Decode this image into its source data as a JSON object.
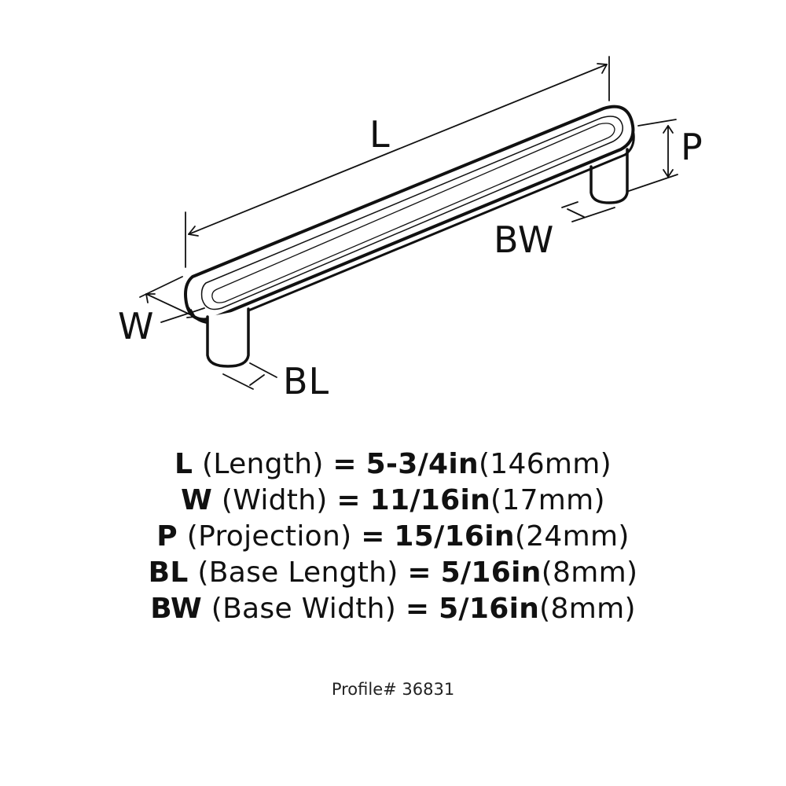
{
  "diagram": {
    "labels": {
      "L": "L",
      "W": "W",
      "P": "P",
      "BL": "BL",
      "BW": "BW"
    }
  },
  "specs": [
    {
      "key": "L",
      "desc": "(Length)",
      "eq": "=",
      "imperial": "5-3/4in",
      "metric": "(146mm)"
    },
    {
      "key": "W",
      "desc": "(Width)",
      "eq": "=",
      "imperial": "11/16in",
      "metric": "(17mm)"
    },
    {
      "key": "P",
      "desc": "(Projection)",
      "eq": "=",
      "imperial": "15/16in",
      "metric": "(24mm)"
    },
    {
      "key": "BL",
      "desc": "(Base Length)",
      "eq": "=",
      "imperial": "5/16in",
      "metric": "(8mm)"
    },
    {
      "key": "BW",
      "desc": "(Base Width)",
      "eq": "=",
      "imperial": "5/16in",
      "metric": "(8mm)"
    }
  ],
  "profile": "Profile# 36831",
  "colors": {
    "line": "#111111",
    "background": "#ffffff"
  }
}
